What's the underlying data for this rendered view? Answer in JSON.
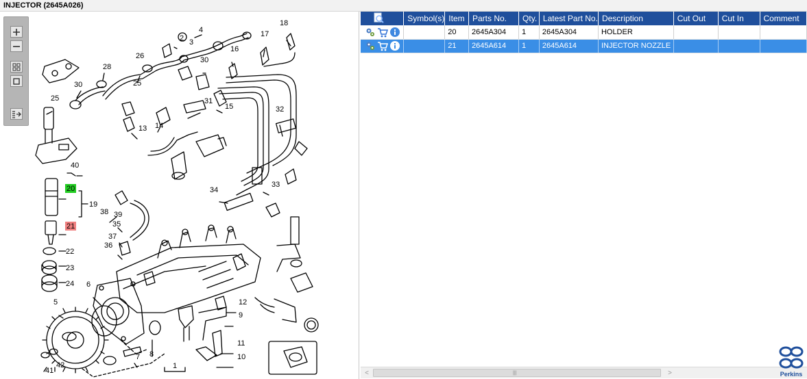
{
  "window": {
    "title": "INJECTOR (2645A026)"
  },
  "toolbar": {
    "zoom_in_icon": "plus-icon",
    "zoom_out_icon": "minus-icon",
    "fit_icon": "grid-icon",
    "reset_icon": "square-icon",
    "toggle_icon": "panel-toggle-icon"
  },
  "diagram": {
    "callouts": [
      "4",
      "2",
      "3",
      "18",
      "17",
      "16",
      "26",
      "28",
      "30",
      "30",
      "25",
      "25",
      "31",
      "14",
      "13",
      "15",
      "32",
      "33",
      "34",
      "40",
      "19",
      "20",
      "21",
      "22",
      "23",
      "24",
      "38",
      "39",
      "35",
      "37",
      "36",
      "6",
      "5",
      "12",
      "9",
      "11",
      "10",
      "8",
      "7",
      "1",
      "41",
      "42"
    ],
    "highlighted": {
      "found": "20",
      "selected": "21"
    },
    "colors": {
      "found": "#22cc22",
      "selected": "#f08080"
    }
  },
  "grid": {
    "columns": [
      "Symbol(s)",
      "Item",
      "Parts No.",
      "Qty.",
      "Latest Part No.",
      "Description",
      "Cut Out",
      "Cut In",
      "Comment"
    ],
    "rows": [
      {
        "symbols": "",
        "item": "20",
        "part_no": "2645A304",
        "qty": "1",
        "latest_part_no": "2645A304",
        "description": "HOLDER",
        "cut_out": "",
        "cut_in": "",
        "comment": "",
        "selected": false
      },
      {
        "symbols": "",
        "item": "21",
        "part_no": "2645A614",
        "qty": "1",
        "latest_part_no": "2645A614",
        "description": "INJECTOR NOZZLE",
        "cut_out": "",
        "cut_in": "",
        "comment": "",
        "selected": true
      }
    ],
    "header_icon": "search-document-icon",
    "row_icons": [
      "gears-icon",
      "cart-icon",
      "info-icon"
    ],
    "colors": {
      "header": "#1f4f9c",
      "selected_row": "#3a8ee6"
    }
  },
  "scrollbar": {
    "left_arrow": "<",
    "right_arrow": ">",
    "grip": "|||"
  },
  "brand": {
    "name": "Perkins",
    "color": "#1f4f9c"
  }
}
